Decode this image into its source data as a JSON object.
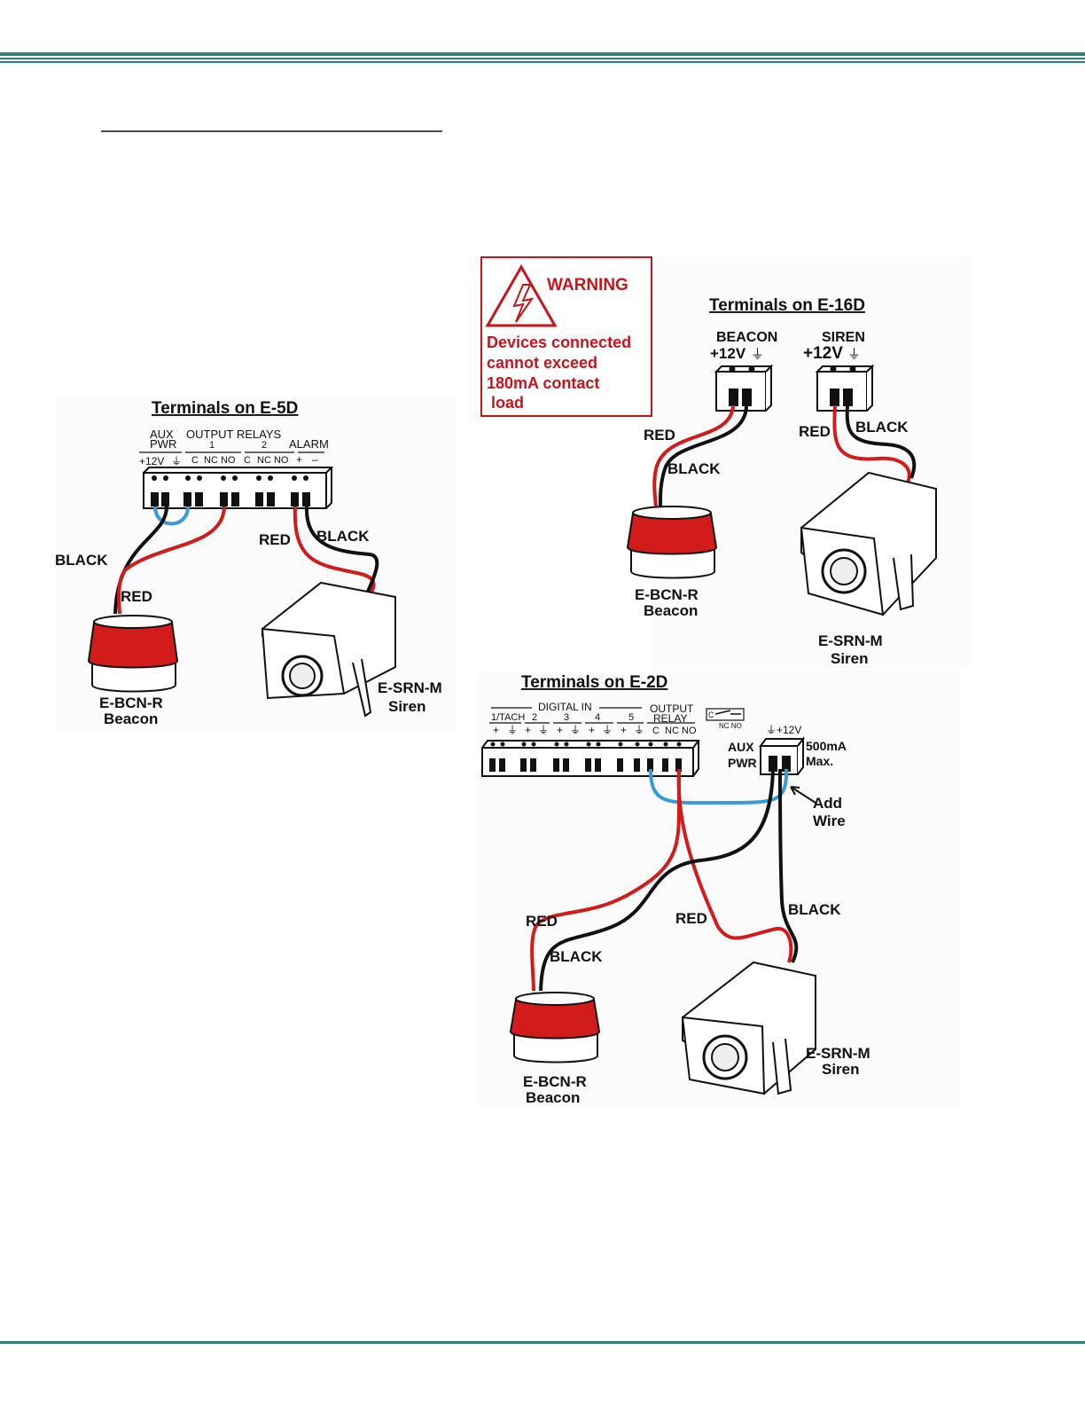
{
  "colors": {
    "rule": "#2f7f7b",
    "wire_red": "#d21b1b",
    "wire_black": "#111111",
    "wire_blue": "#3a9ad9",
    "warning": "#c8151b"
  },
  "e5d": {
    "title": "Terminals on E-5D",
    "aux_label": "AUX",
    "pwr_label": "PWR",
    "output_relays": "OUTPUT RELAYS",
    "relay1": "1",
    "relay2": "2",
    "alarm": "ALARM",
    "plus12v": "+12V",
    "ground": "⏚",
    "c": "C",
    "nc_no": "NC NO",
    "plus": "+",
    "minus": "–",
    "black_left": "BLACK",
    "red_left": "RED",
    "red_right": "RED",
    "black_right": "BLACK",
    "beacon_model": "E-BCN-R",
    "beacon_name": "Beacon",
    "siren_model": "E-SRN-M",
    "siren_name": "Siren"
  },
  "warning": {
    "title": "WARNING",
    "line1": "Devices connected",
    "line2": "cannot exceed",
    "line3": "180mA contact",
    "line4": "load"
  },
  "e16d": {
    "title": "Terminals on E-16D",
    "beacon_label": "BEACON",
    "siren_label": "SIREN",
    "plus12v": "+12V",
    "ground": "⏚",
    "red_left": "RED",
    "black_left": "BLACK",
    "red_right": "RED",
    "black_right": "BLACK",
    "beacon_model": "E-BCN-R",
    "beacon_name": "Beacon",
    "siren_model": "E-SRN-M",
    "siren_name": "Siren"
  },
  "e2d": {
    "title": "Terminals on E-2D",
    "digital_in": "DIGITAL IN",
    "tach": "1/TACH",
    "n2": "2",
    "n3": "3",
    "n4": "4",
    "n5": "5",
    "output": "OUTPUT",
    "relay": "RELAY",
    "c_nc_no": "C  NC NO",
    "plus": "+",
    "ground": "⏚",
    "icon_c": "C",
    "icon_nc_no": "NC NO",
    "aux": "AUX",
    "pwr": "PWR",
    "ground_12v": "⏚+12V",
    "ma500": "500mA",
    "max": "Max.",
    "add": "Add",
    "wire": "Wire",
    "red_left": "RED",
    "black_left": "BLACK",
    "red_mid": "RED",
    "black_right": "BLACK",
    "beacon_model": "E-BCN-R",
    "beacon_name": "Beacon",
    "siren_model": "E-SRN-M",
    "siren_name": "Siren"
  }
}
